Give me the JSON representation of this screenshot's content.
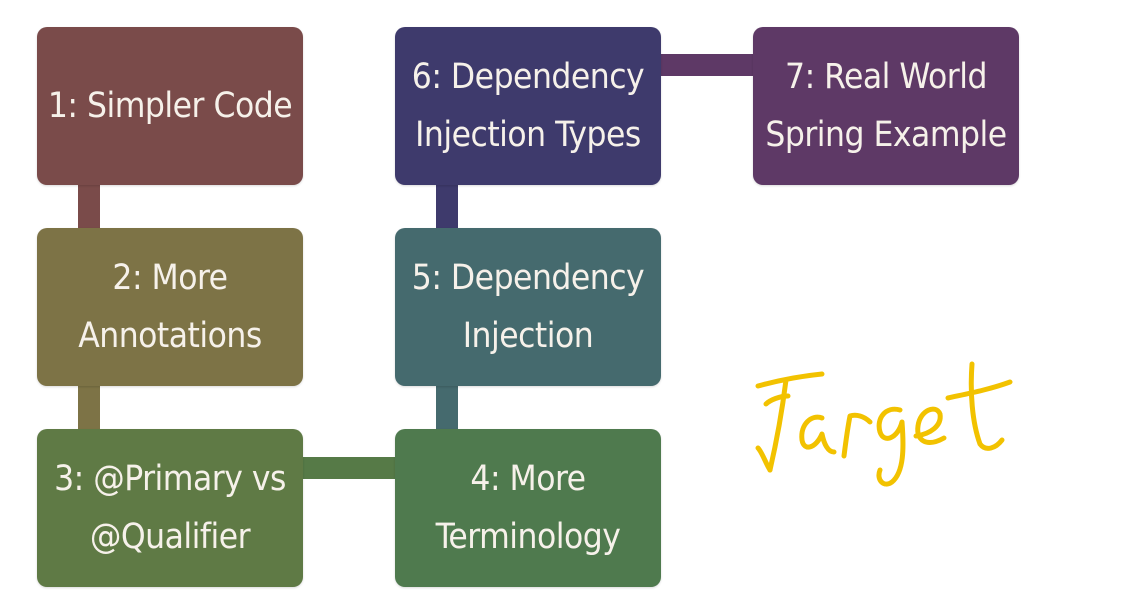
{
  "diagram": {
    "steps": [
      {
        "label": "1: Simpler Code",
        "color": "#7a4b4a"
      },
      {
        "label": "2: More\nAnnotations",
        "color": "#7d7346"
      },
      {
        "label": "3: @Primary vs\n@Qualifier",
        "color": "#5f7a45"
      },
      {
        "label": "4: More\nTerminology",
        "color": "#4f7a4e"
      },
      {
        "label": "5: Dependency\nInjection",
        "color": "#456a6e"
      },
      {
        "label": "6: Dependency\nInjection Types",
        "color": "#3e3a6c"
      },
      {
        "label": "7: Real World\nSpring Example",
        "color": "#5e3966"
      }
    ],
    "connectors": {
      "c12": "#7a4b4a",
      "c23": "#7d7346",
      "c34": "#567a47",
      "c45": "#456a6e",
      "c56": "#3e3a6c",
      "c67": "#5e3966"
    }
  },
  "annotation": {
    "text": "Target",
    "color": "#f2c200"
  }
}
